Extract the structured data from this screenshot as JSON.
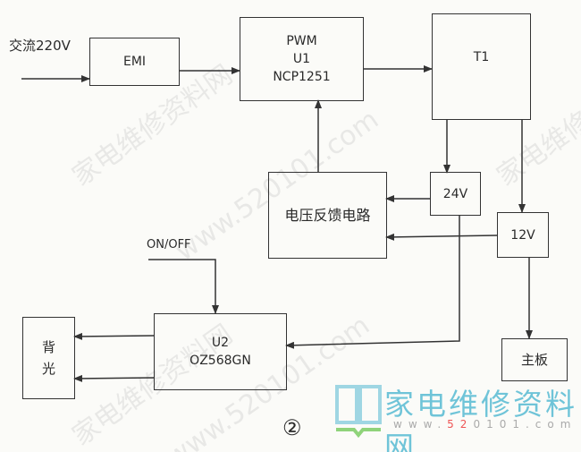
{
  "input_label": "交流220V",
  "blocks": {
    "emi": [
      "EMI"
    ],
    "pwm": [
      "PWM",
      "U1",
      "NCP1251"
    ],
    "t1": [
      "T1"
    ],
    "v24": [
      "24V"
    ],
    "feedback": [
      "电压反馈电路"
    ],
    "v12": [
      "12V"
    ],
    "mainboard": [
      "主板"
    ],
    "u2": [
      "U2",
      "OZ568GN"
    ],
    "backlight": [
      "背",
      "光"
    ]
  },
  "on_off_label": "ON/OFF",
  "figure_number": "②",
  "watermark": {
    "site_name": "家电维修资料网",
    "url": "www.520101.com"
  },
  "logo": {
    "name": "家电维修资料网",
    "url_prefix": "www.",
    "url_highlight": "52",
    "url_suffix": "0101.com"
  }
}
